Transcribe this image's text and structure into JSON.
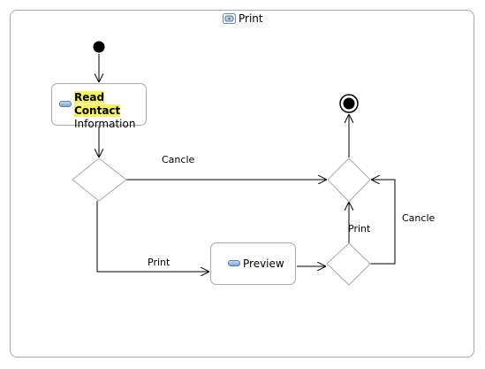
{
  "diagram": {
    "title": "Print",
    "nodes": {
      "read_contact_highlight": "Read Contact",
      "read_contact_rest": "Information",
      "preview": "Preview"
    },
    "edge_labels": {
      "cancle_top": "Cancle",
      "print_bottom": "Print",
      "print_right": "Print",
      "cancle_right": "Cancle"
    }
  }
}
